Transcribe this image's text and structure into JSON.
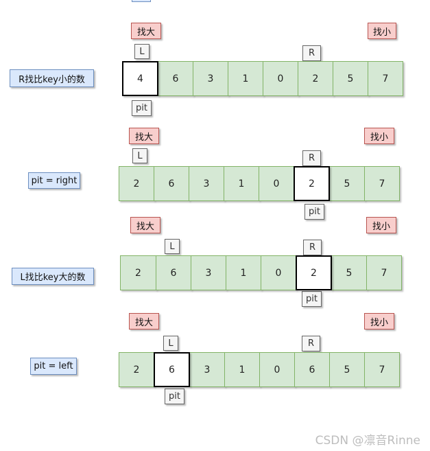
{
  "labels": {
    "find_big": "找大",
    "find_small": "找小",
    "L": "L",
    "R": "R",
    "pit": "pit"
  },
  "rows": [
    {
      "side": "R找比key小的数",
      "values": [
        "4",
        "6",
        "3",
        "1",
        "0",
        "2",
        "5",
        "7"
      ],
      "pit_index": 0
    },
    {
      "side": "pit = right",
      "values": [
        "2",
        "6",
        "3",
        "1",
        "0",
        "2",
        "5",
        "7"
      ],
      "pit_index": 5
    },
    {
      "side": "L找比key大的数",
      "values": [
        "2",
        "6",
        "3",
        "1",
        "0",
        "2",
        "5",
        "7"
      ],
      "pit_index": 5
    },
    {
      "side": "pit = left",
      "values": [
        "2",
        "6",
        "3",
        "1",
        "0",
        "6",
        "5",
        "7"
      ],
      "pit_index": 1
    }
  ],
  "watermark": "CSDN @凛音Rinne",
  "colors": {
    "red_fill": "#f8cecc",
    "red_border": "#b85450",
    "blue_fill": "#dae8fc",
    "blue_border": "#6c8ebf",
    "green_fill": "#d5e8d4",
    "green_border": "#82b366",
    "gray_fill": "#f5f5f5",
    "gray_border": "#666666"
  }
}
